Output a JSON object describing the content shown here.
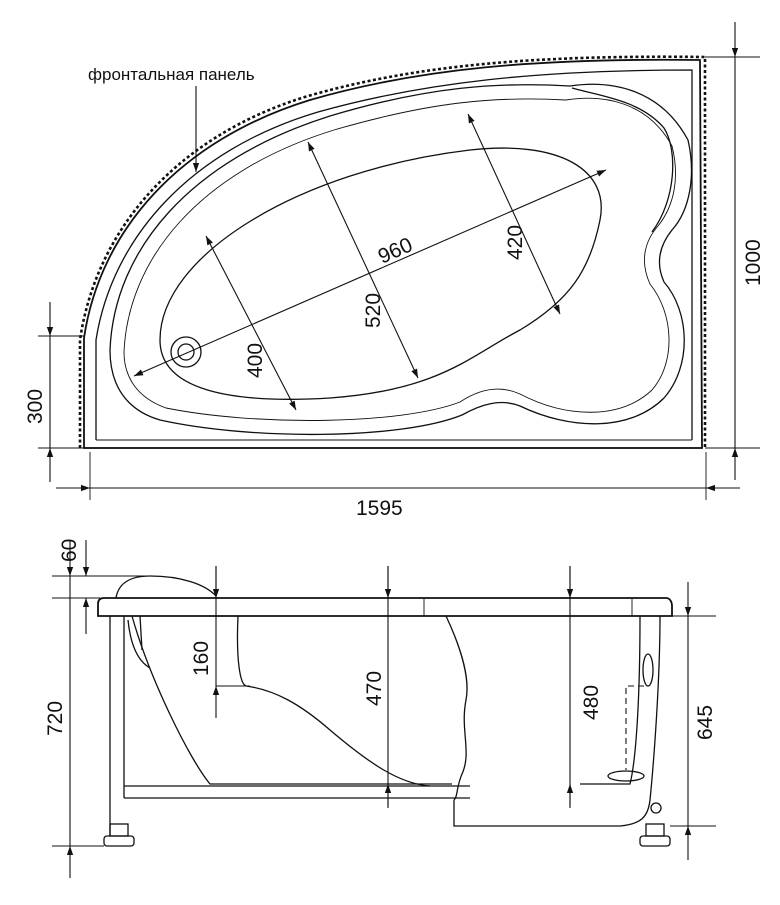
{
  "top_view": {
    "panel_label": "фронтальная панель",
    "dims": {
      "length": "1595",
      "width": "1000",
      "short_side": "300",
      "inner_length": "960",
      "inner_width": "520",
      "left_width": "400",
      "right_width": "420"
    }
  },
  "side_view": {
    "dims": {
      "rim": "60",
      "total_height": "720",
      "headrest_depth": "160",
      "depth_left": "470",
      "depth_right": "480",
      "body_height": "645"
    }
  }
}
